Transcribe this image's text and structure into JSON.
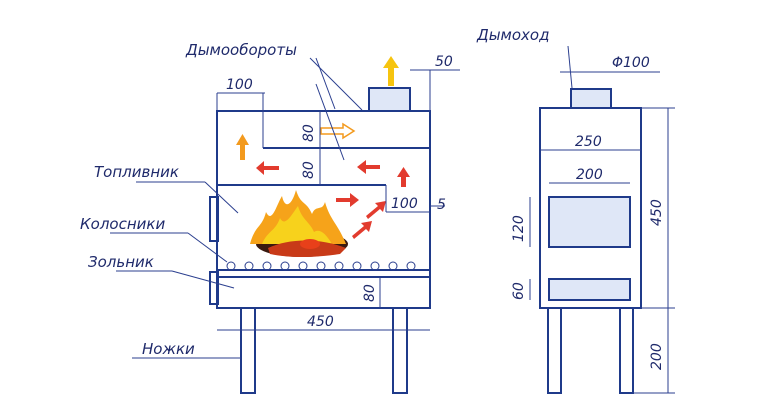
{
  "labels": {
    "dymooboroty": "Дымообороты",
    "toplivnik": "Топливник",
    "kolosniki": "Колосники",
    "zolnik": "Зольник",
    "nozhki": "Ножки",
    "dymokhod": "Дымоход"
  },
  "dims_left": {
    "d50": "50",
    "d100_top": "100",
    "d80_a": "80",
    "d80_b": "80",
    "d100_mid": "100",
    "d5": "5",
    "d80_ash": "80",
    "d450_w": "450"
  },
  "dims_right": {
    "d_phi100": "Φ100",
    "d250": "250",
    "d200_w": "200",
    "d120": "120",
    "d60": "60",
    "d450_h": "450",
    "d200_h": "200"
  },
  "colors": {
    "line": "#1f3a8a",
    "body_fill": "#dfe7f7",
    "arrow_orange": "#f39a1e",
    "arrow_red": "#e23b2e",
    "arrow_yellow": "#f6c40f"
  }
}
